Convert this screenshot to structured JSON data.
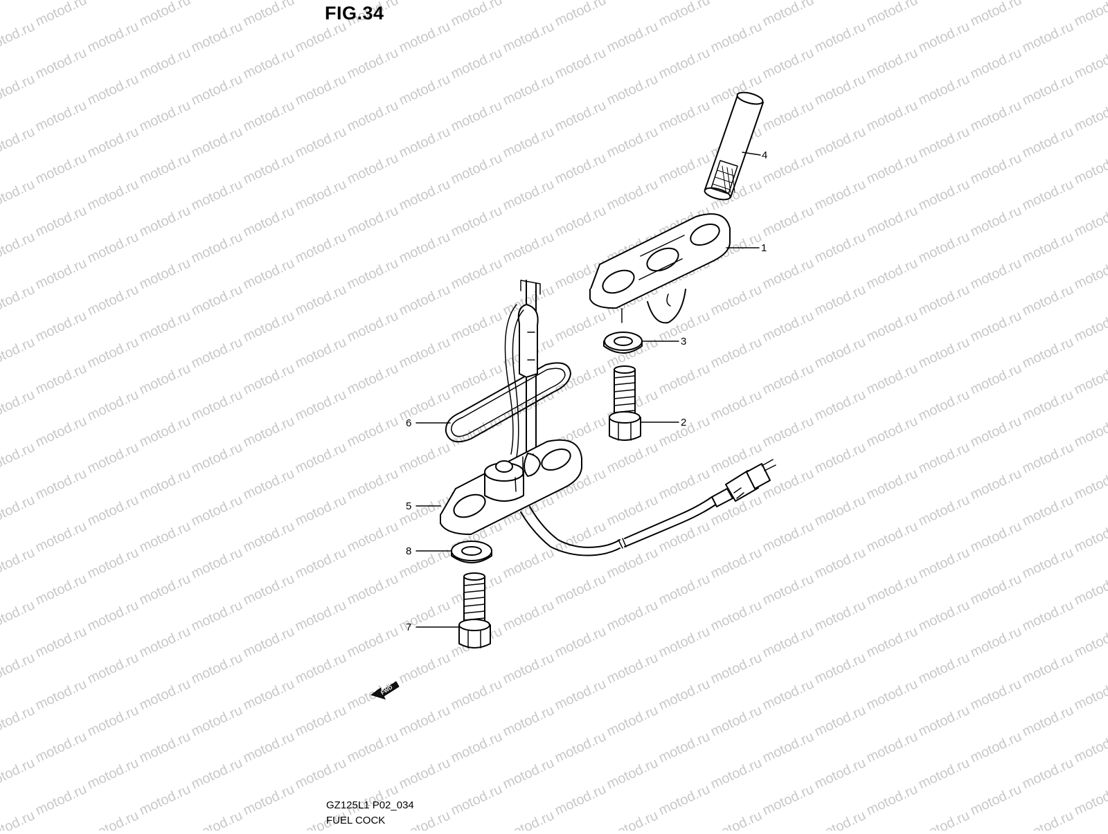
{
  "figure": {
    "title": "FIG.34",
    "code": "GZ125L1 P02_034",
    "name": "FUEL COCK"
  },
  "watermark": {
    "text": "motod.ru",
    "color": "#c8c8c8"
  },
  "direction_mark": {
    "label": "FWD",
    "icon": "forward-arrow-icon"
  },
  "callouts": [
    {
      "id": "callout-1",
      "label": "1",
      "part": "gasket-plate-1"
    },
    {
      "id": "callout-2",
      "label": "2",
      "part": "bolt-2"
    },
    {
      "id": "callout-3",
      "label": "3",
      "part": "washer-3"
    },
    {
      "id": "callout-4",
      "label": "4",
      "part": "fuel-filter-4"
    },
    {
      "id": "callout-5",
      "label": "5",
      "part": "fuel-level-plate-5"
    },
    {
      "id": "callout-6",
      "label": "6",
      "part": "o-ring-6"
    },
    {
      "id": "callout-7",
      "label": "7",
      "part": "bolt-7"
    },
    {
      "id": "callout-8",
      "label": "8",
      "part": "washer-8"
    }
  ],
  "colors": {
    "line": "#000000",
    "background": "#ffffff"
  }
}
